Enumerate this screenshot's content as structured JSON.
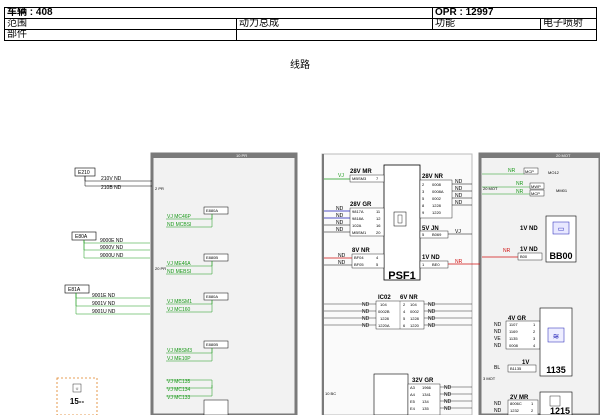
{
  "header": {
    "vehicle": "车辆 : 408",
    "opr": "OPR : 12997",
    "range_label": "范围",
    "powertrain": "动力总成",
    "function_label": "功能",
    "fuel_injection": "电子喷射",
    "part_label": "部件"
  },
  "subtitle": "线路",
  "frames": {
    "left_top": "10 PR",
    "mid_top": "20 MOT",
    "side_left_a": "2 PR",
    "side_left_b": "20 PR",
    "side_mid": "10 BC",
    "side_right_a": "20 MOT",
    "side_right_b": "3 MOT"
  },
  "connectors": {
    "e210": {
      "id": "E210",
      "lines": [
        "210V ND",
        "210B ND"
      ]
    },
    "e80a": {
      "id": "E80A",
      "lines": [
        "9000E ND",
        "9000V ND",
        "9000U ND"
      ]
    },
    "e81a": {
      "id": "E81A",
      "lines": [
        "9001E ND",
        "9001V ND",
        "9001U ND"
      ]
    },
    "dash": {
      "id": "15--"
    }
  },
  "inner_blocks": [
    {
      "id": "E880A",
      "lines": [
        "VJ MC46P",
        "ND MCBSI"
      ]
    },
    {
      "id": "E880B",
      "lines": [
        "VJ ME46A",
        "ND MEBSI"
      ]
    },
    {
      "id": "E880A",
      "lines": [
        "VJ MBSM1",
        "VJ MC160"
      ]
    },
    {
      "id": "E880B",
      "lines": [
        "VJ MBSM3",
        "VJ ME10P"
      ]
    },
    {
      "id": "",
      "lines": [
        "VJ MC135",
        "VJ MC134",
        "VJ MC133"
      ]
    }
  ],
  "psf1": {
    "name": "PSF1",
    "conn_28v_mr": {
      "label": "28V MR",
      "wire": "MBSM3",
      "pin": "7",
      "color": "VJ"
    },
    "conn_28v_gr": {
      "label": "28V GR",
      "rows": [
        [
          "9817A",
          "11"
        ],
        [
          "9818A",
          "12"
        ],
        [
          "102A",
          "16"
        ],
        [
          "MBSM1",
          "20"
        ]
      ],
      "colors": [
        "ND",
        "ND",
        "ND",
        "ND"
      ]
    },
    "conn_8v_nr": {
      "label": "8V NR",
      "rows": [
        [
          "BF04",
          "4"
        ],
        [
          "BF05",
          "5"
        ]
      ],
      "colors": [
        "ND",
        "ND"
      ]
    },
    "conn_28v_nr": {
      "label": "28V NR",
      "rows": [
        [
          "2",
          "0008"
        ],
        [
          "3",
          "0008A"
        ],
        [
          "5",
          "0002"
        ],
        [
          "8",
          "1228"
        ],
        [
          "9",
          "1220"
        ]
      ],
      "colors": [
        "ND",
        "ND",
        "ND",
        "ND"
      ]
    },
    "conn_5v_jn": {
      "label": "5V JN",
      "rows": [
        [
          "5",
          "B069"
        ]
      ],
      "color": "VJ"
    },
    "conn_1v_nd": {
      "label": "1V ND",
      "rows": [
        [
          "1",
          "BE0"
        ]
      ],
      "color": "NR"
    }
  },
  "ic02": {
    "label": "IC02",
    "sub": "6V NR",
    "rows": [
      [
        "ND",
        "104",
        "2",
        "104",
        "ND"
      ],
      [
        "ND",
        "0002B",
        "4",
        "0002",
        "ND"
      ],
      [
        "ND",
        "1228",
        "5",
        "1228",
        "ND"
      ],
      [
        "ND",
        "1220A",
        "6",
        "1220",
        "ND"
      ]
    ]
  },
  "bottom_conn": {
    "label": "32V GR",
    "rows": [
      [
        "A3",
        "1966",
        "ND"
      ],
      [
        "A4",
        "1341",
        "ND"
      ],
      [
        "E5",
        "134",
        "ND"
      ],
      [
        "E4",
        "135",
        "ND"
      ]
    ]
  },
  "bb00": {
    "name": "BB00",
    "label_1v": "1V ND",
    "label_1v_b": "1V ND",
    "nr": "NR",
    "pin": "B00",
    "wire_colors": [
      "NR",
      "NR",
      "NR",
      "NR"
    ]
  },
  "mp_labels": {
    "mcp": "MCP",
    "mwp": "MWP",
    "mcp2": "MCP",
    "m012": "MO12",
    "mm01": "MM01"
  },
  "c1135": {
    "name": "1135",
    "label": "4V GR",
    "rows": [
      [
        "ND",
        "1107",
        "1"
      ],
      [
        "ND",
        "1169",
        "2"
      ],
      [
        "VE",
        "1135",
        "3"
      ],
      [
        "ND",
        "0008",
        "4"
      ]
    ],
    "label_1v": "1V",
    "bl": "BL",
    "pin": "B1135"
  },
  "c1215": {
    "name": "1215",
    "label": "2V MR",
    "rows": [
      [
        "ND",
        "8006C",
        "1"
      ],
      [
        "ND",
        "1232",
        "2"
      ]
    ]
  },
  "colors": {
    "green": "#1a9a1a",
    "blue": "#1a1ab4",
    "red": "#d01010",
    "orange": "#e08020",
    "frame": "#7a7a7a"
  }
}
